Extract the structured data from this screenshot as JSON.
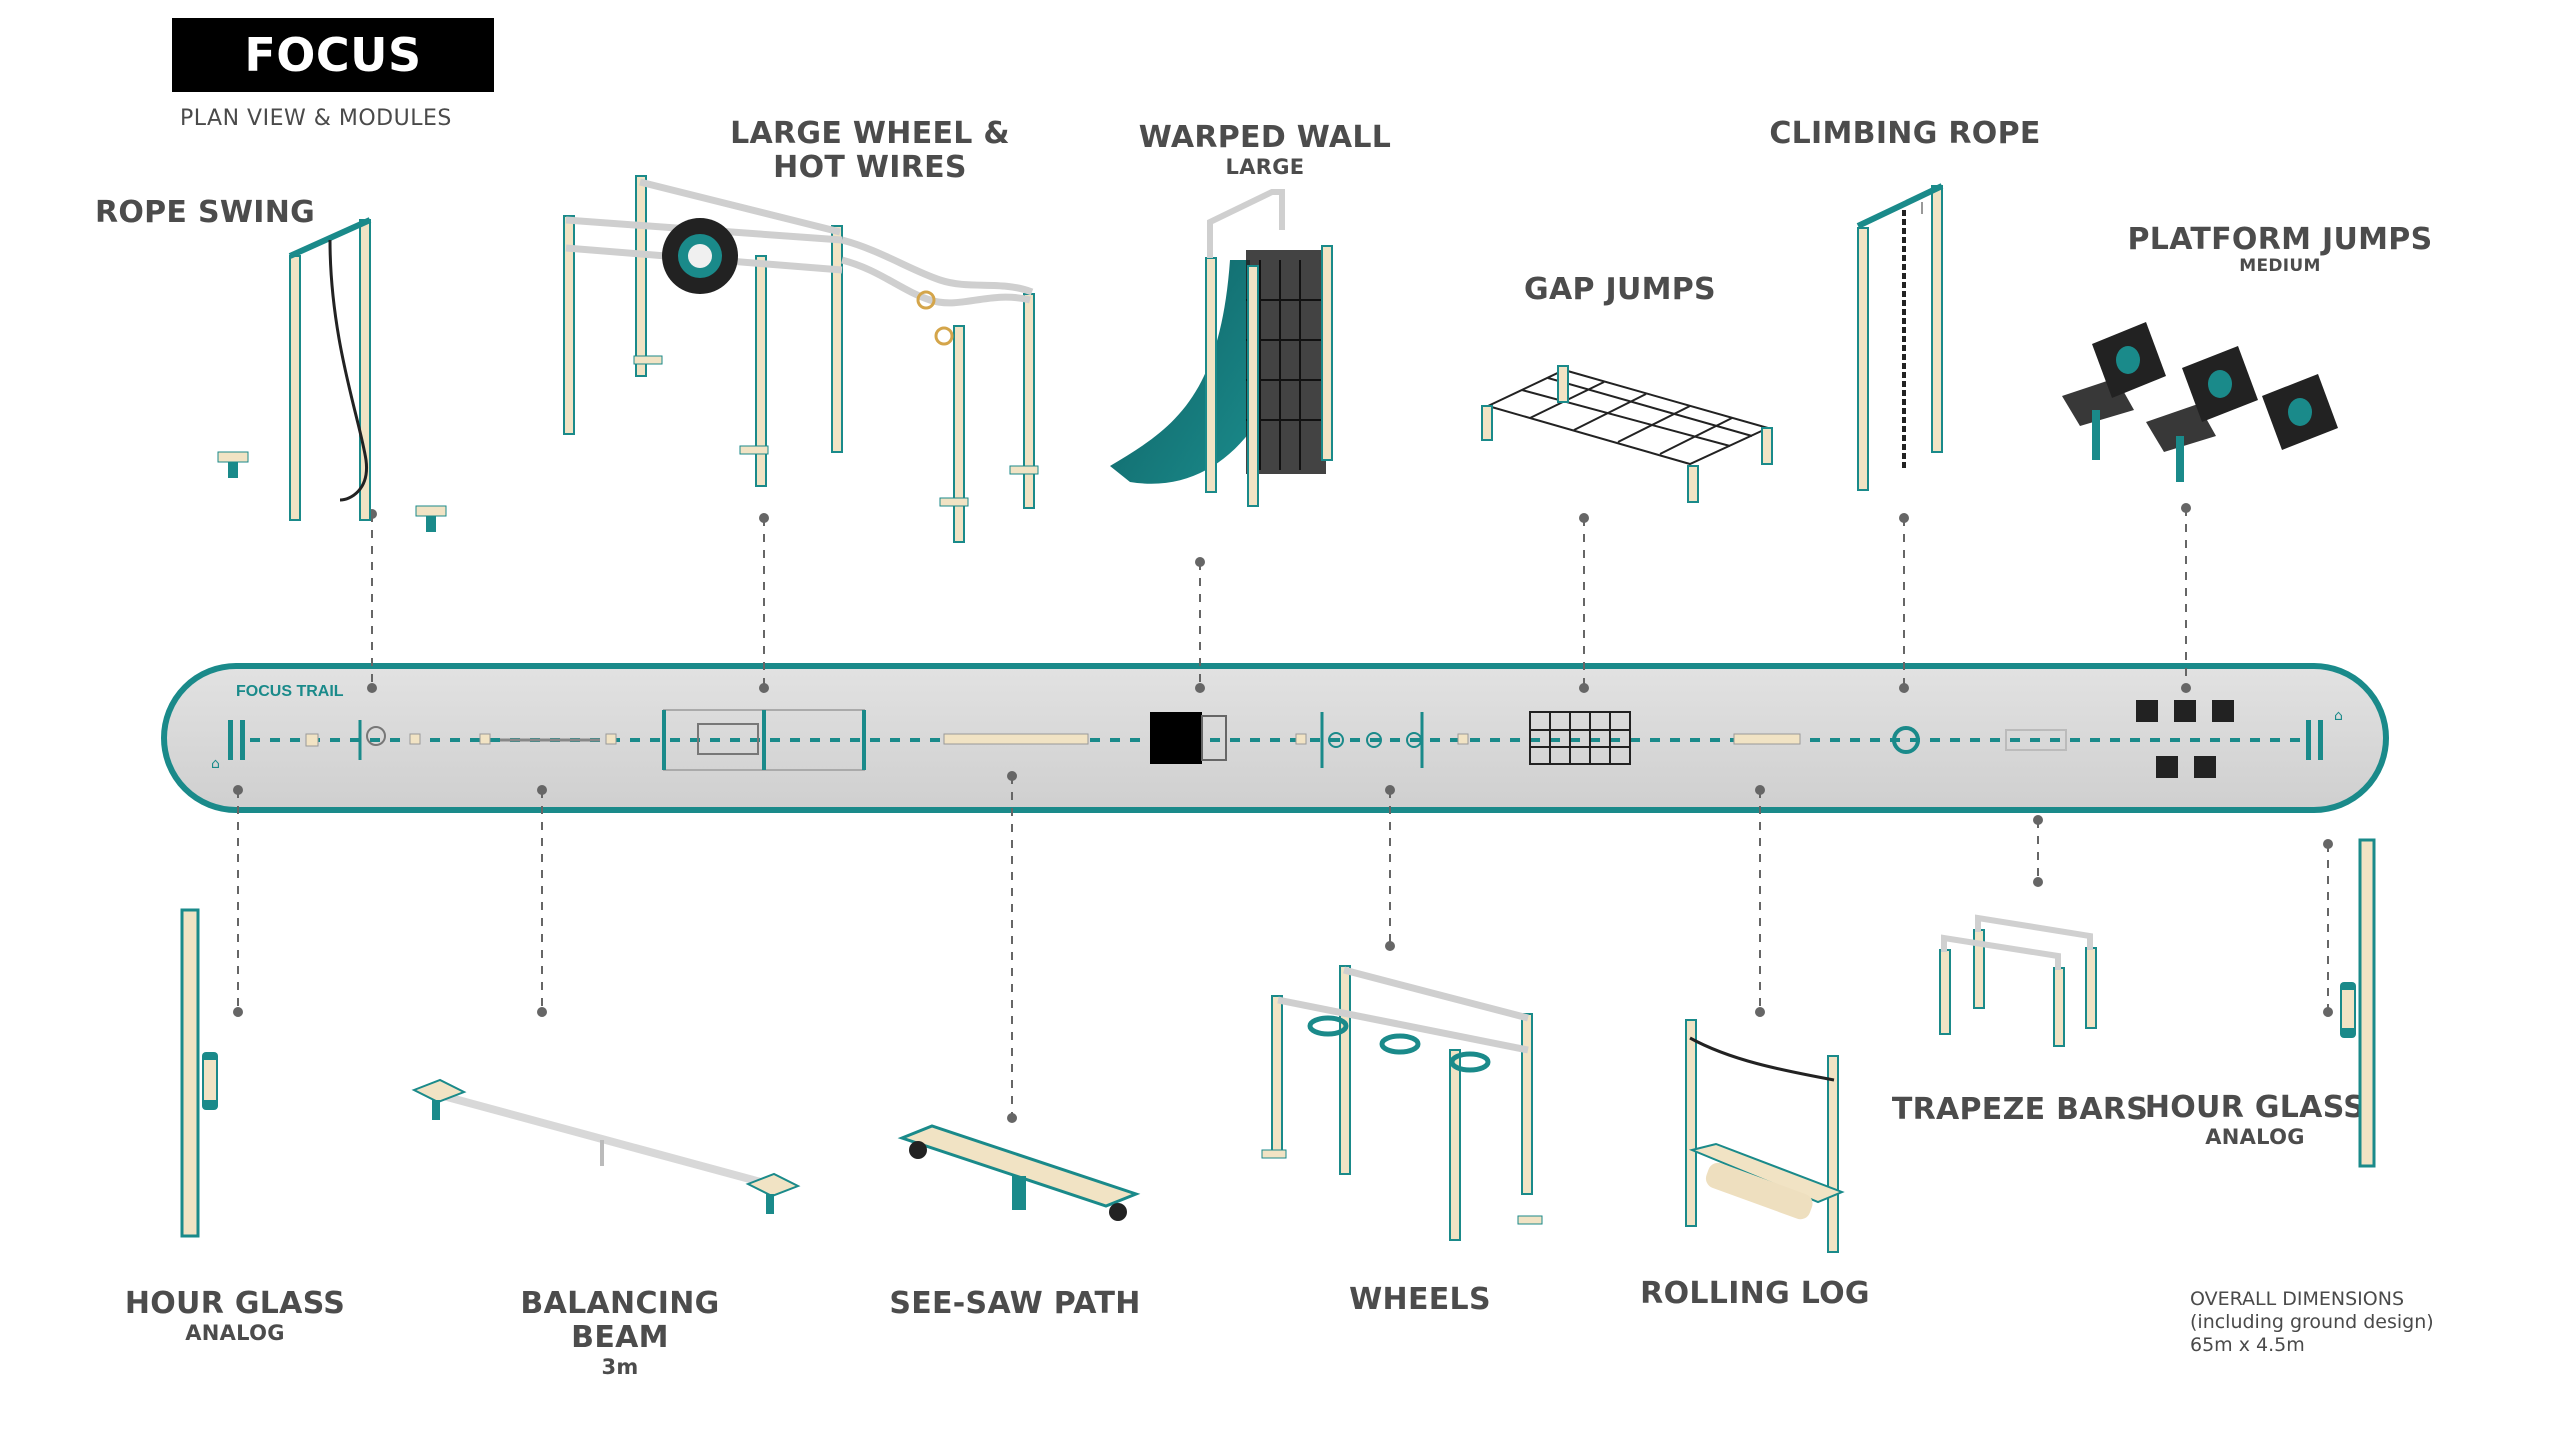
{
  "header": {
    "logo_text": "FOCUS TRAIL",
    "subtitle": "PLAN VIEW & MODULES"
  },
  "plan": {
    "label": "FOCUS TRAIL",
    "track_color": "#d9d9d9",
    "border_color": "#1a8a8a"
  },
  "colors": {
    "teal": "#1a8a8a",
    "wood": "#f1e3c4",
    "steel": "#d8d8d8",
    "dark": "#222222",
    "connector": "#666666"
  },
  "modules_top": [
    {
      "name": "ROPE SWING",
      "sub": ""
    },
    {
      "name": "LARGE WHEEL &",
      "name2": "HOT WIRES",
      "sub": ""
    },
    {
      "name": "WARPED WALL",
      "sub": "LARGE"
    },
    {
      "name": "GAP JUMPS",
      "sub": ""
    },
    {
      "name": "CLIMBING ROPE",
      "sub": ""
    },
    {
      "name": "PLATFORM JUMPS",
      "sub": "MEDIUM"
    }
  ],
  "modules_bottom": [
    {
      "name": "HOUR GLASS",
      "sub": "ANALOG"
    },
    {
      "name": "BALANCING BEAM",
      "sub": "3m"
    },
    {
      "name": "SEE-SAW PATH",
      "sub": ""
    },
    {
      "name": "WHEELS",
      "sub": ""
    },
    {
      "name": "ROLLING LOG",
      "sub": ""
    },
    {
      "name": "TRAPEZE BARS",
      "sub": ""
    },
    {
      "name": "HOUR GLASS",
      "sub": "ANALOG"
    }
  ],
  "dimensions": {
    "line1": "OVERALL DIMENSIONS",
    "line2": "(including ground design)",
    "line3": "65m x 4.5m"
  }
}
